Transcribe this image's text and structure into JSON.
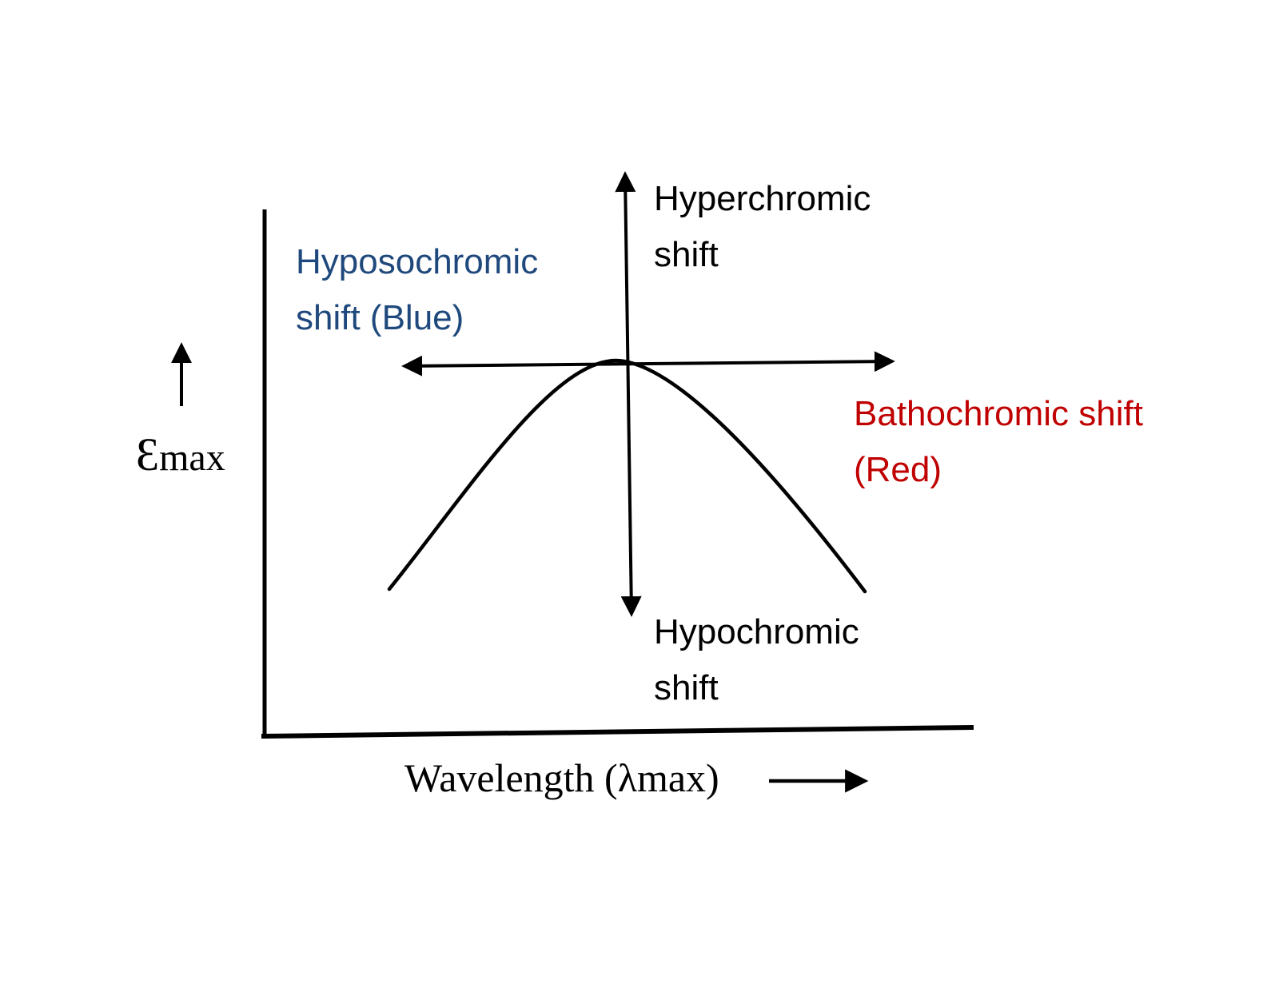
{
  "axes": {
    "y_symbol": "Ɛ",
    "y_suffix": "max",
    "x_label": "Wavelength (λmax)"
  },
  "annotations": {
    "hyperchromic": {
      "line1": "Hyperchromic",
      "line2": "shift",
      "color": "#000000"
    },
    "hyposochromic": {
      "line1": "Hyposochromic",
      "line2": "shift (Blue)",
      "color": "#1f497d"
    },
    "bathochromic": {
      "line1": "Bathochromic shift",
      "line2": "(Red)",
      "color": "#c00000"
    },
    "hypochromic": {
      "line1": "Hypochromic",
      "line2": "shift",
      "color": "#000000"
    }
  },
  "colors": {
    "line": "#000000",
    "blue_accent": "#1f497d",
    "red_accent": "#c00000",
    "background": "#ffffff"
  }
}
